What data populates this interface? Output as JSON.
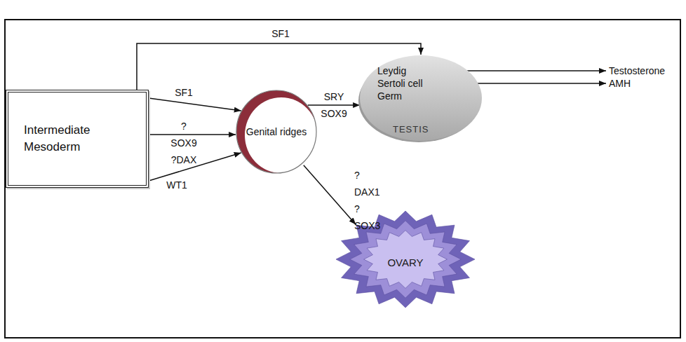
{
  "diagram": {
    "nodes": [
      {
        "text": [
          "Intermediate Mesoderm"
        ]
      },
      {
        "text": [
          "Genital ridges"
        ]
      },
      {
        "text": [
          "Leydig",
          "Sertoli cell",
          "Germ",
          "TESTIS"
        ]
      },
      {
        "text": [
          "OVARY"
        ]
      }
    ],
    "edges": [
      {
        "from": 0,
        "to": 1,
        "label": "SF1",
        "arrow": "to"
      },
      {
        "from": 0,
        "to": 1,
        "label": "?SOX9 ?DAX",
        "arrow": "to"
      },
      {
        "from": 0,
        "to": 1,
        "label": "WT1",
        "arrow": "to"
      },
      {
        "from": 0,
        "to": 2,
        "label": "SF1",
        "arrow": "to"
      },
      {
        "from": 1,
        "to": 2,
        "label": "SRY SOX9",
        "arrow": "to"
      },
      {
        "from": 1,
        "to": 3,
        "label": "?DAX1 ?SOX3",
        "arrow": "to"
      }
    ],
    "labels": [
      "Testosterone",
      "AMH"
    ]
  }
}
